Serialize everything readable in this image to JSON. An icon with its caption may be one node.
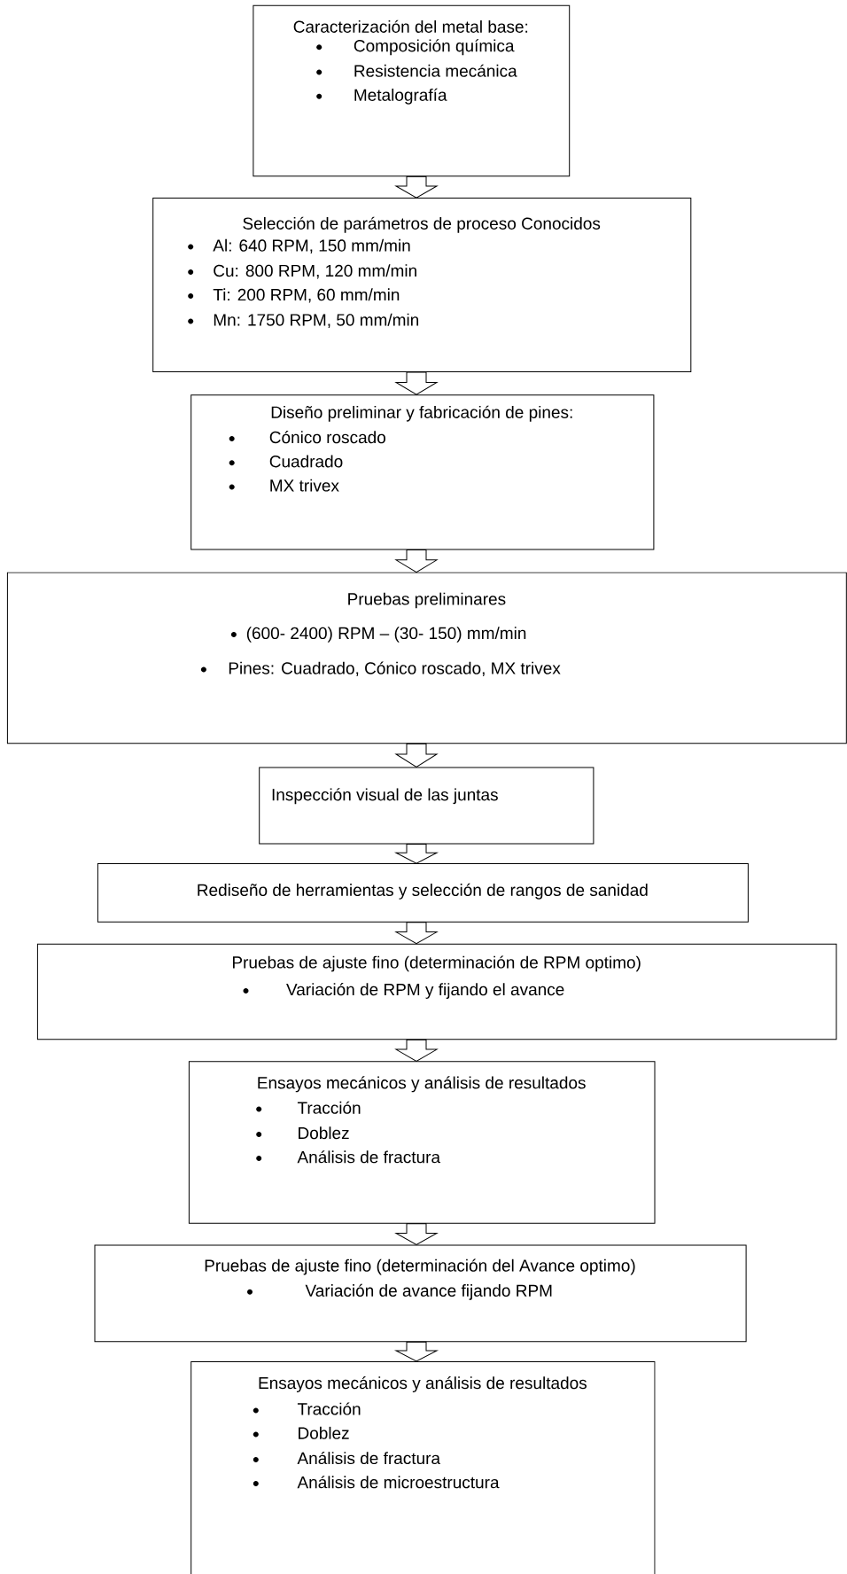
{
  "diagram": {
    "nodes": [
      {
        "text": [
          "Caracterización del metal base:",
          "Composición química",
          "Resistencia mecánica",
          "Metalografía"
        ]
      },
      {
        "text": [
          "Selección de parámetros de proceso Conocidos",
          "Al: 640 RPM, 150 mm/min",
          "Cu: 800 RPM, 120 mm/min",
          "Ti: 200 RPM, 60 mm/min",
          "Mn: 1750 RPM, 50 mm/min"
        ]
      },
      {
        "text": [
          "Diseño preliminar y fabricación de pines:",
          "Cónico roscado",
          "Cuadrado",
          "MX trivex"
        ]
      },
      {
        "text": [
          "Pruebas preliminares",
          "(600- 2400) RPM – (30- 150) mm/min",
          "Pines: Cuadrado, Cónico roscado, MX trivex"
        ]
      },
      {
        "text": [
          "Inspección visual de las juntas"
        ]
      },
      {
        "text": [
          "Rediseño de herramientas y selección de rangos de sanidad"
        ]
      },
      {
        "text": [
          "Pruebas de ajuste fino (determinación de RPM optimo)",
          "Variación de RPM y fijando el avance"
        ]
      },
      {
        "text": [
          "Ensayos mecánicos y análisis de resultados",
          "Tracción",
          "Doblez",
          "Análisis de fractura"
        ]
      },
      {
        "text": [
          "Pruebas de ajuste fino (determinación del Avance optimo)",
          "Variación de avance fijando RPM"
        ]
      },
      {
        "text": [
          "Ensayos mecánicos y análisis de resultados",
          "Tracción",
          "Doblez",
          "Análisis de fractura",
          "Análisis de microestructura"
        ]
      }
    ],
    "edges": [
      {
        "from": 0,
        "to": 1,
        "arrow": "to"
      },
      {
        "from": 1,
        "to": 2,
        "arrow": "to"
      },
      {
        "from": 2,
        "to": 3,
        "arrow": "to"
      },
      {
        "from": 3,
        "to": 4,
        "arrow": "to"
      },
      {
        "from": 4,
        "to": 5,
        "arrow": "to"
      },
      {
        "from": 5,
        "to": 6,
        "arrow": "to"
      },
      {
        "from": 6,
        "to": 7,
        "arrow": "to"
      },
      {
        "from": 7,
        "to": 8,
        "arrow": "to"
      },
      {
        "from": 8,
        "to": 9,
        "arrow": "to"
      }
    ]
  }
}
